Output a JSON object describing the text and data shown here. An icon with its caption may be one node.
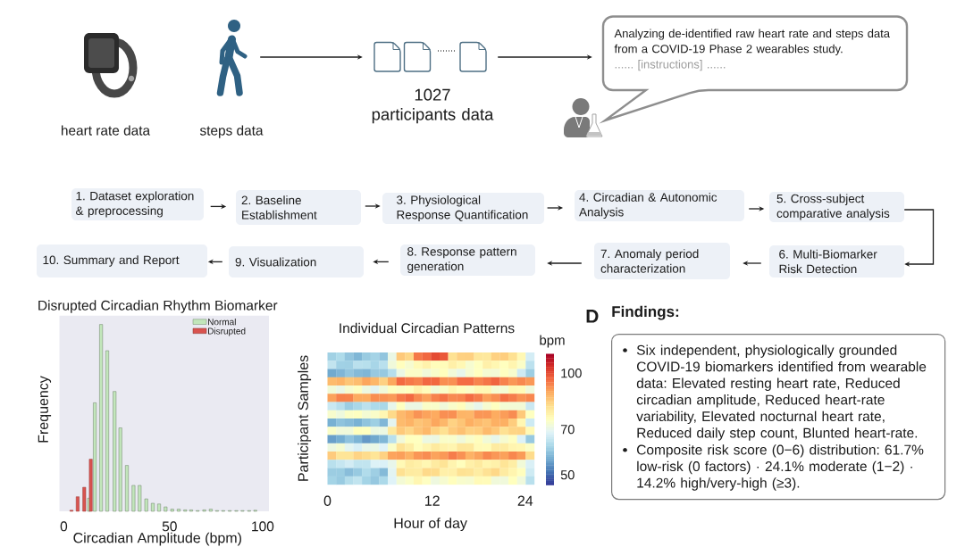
{
  "diagram": {
    "nodes": [
      {
        "text": [],
        "shape": "picture",
        "beside": [
          "heart rate data"
        ]
      },
      {
        "text": [],
        "shape": "picture",
        "beside": [
          "steps data"
        ]
      },
      {
        "text": [],
        "shape": "picture",
        "beside": [
          "1027 participants data"
        ]
      },
      {
        "text": [
          "Analyzing de-identified raw heart rate and steps data from a COVID-19 Phase 2 wearables study.",
          "...... [instructions] ......"
        ]
      },
      {
        "text": [
          "1. Dataset exploration & preprocessing"
        ]
      },
      {
        "text": [
          "2. Baseline Establishment"
        ]
      },
      {
        "text": [
          "3. Physiological Response Quantification"
        ]
      },
      {
        "text": [
          "4. Circadian & Autonomic Analysis"
        ]
      },
      {
        "text": [
          "5. Cross-subject comparative analysis"
        ]
      },
      {
        "text": [
          "6. Multi-Biomarker Risk Detection"
        ]
      },
      {
        "text": [
          "7. Anomaly period characterization"
        ]
      },
      {
        "text": [
          "8. Response pattern generation"
        ]
      },
      {
        "text": [
          "9. Visualization"
        ]
      },
      {
        "text": [
          "10. Summary and Report"
        ]
      },
      {
        "text": [
          "Findings:",
          "Six independent, physiologically grounded COVID-19 biomarkers identified from wearable data: Elevated resting heart rate, Reduced circadian amplitude, Reduced heart-rate variability, Elevated nocturnal heart rate, Reduced daily step count, Blunted heart-rate.",
          "Composite risk score (0−6) distribution: 61.7% low-risk (0 factors) · 24.1% moderate (1−2) · 14.2% high/very-high (≥3)."
        ]
      }
    ],
    "edges": [
      {
        "from": 1,
        "to": 2,
        "arrow": "to"
      },
      {
        "from": 2,
        "to": 3,
        "arrow": "to"
      },
      {
        "from": 4,
        "to": 5,
        "arrow": "to"
      },
      {
        "from": 5,
        "to": 6,
        "arrow": "to"
      },
      {
        "from": 6,
        "to": 7,
        "arrow": "to"
      },
      {
        "from": 7,
        "to": 8,
        "arrow": "to"
      },
      {
        "from": 8,
        "to": 9,
        "arrow": "to"
      },
      {
        "from": 9,
        "to": 10,
        "arrow": "to"
      },
      {
        "from": 10,
        "to": 11,
        "arrow": "to"
      },
      {
        "from": 11,
        "to": 12,
        "arrow": "to"
      },
      {
        "from": 12,
        "to": 13,
        "arrow": "to"
      }
    ],
    "labels": [
      "Disrupted Circadian Rhythm Biomarker",
      "Frequency",
      "0",
      "50",
      "100",
      "Circadian Amplitude (bpm)",
      "Individual Circadian Patterns",
      "bpm",
      "100",
      "70",
      "50",
      "Participant Samples",
      "0",
      "12",
      "24",
      "Hour of day",
      "D"
    ],
    "legend": [
      {
        "text": "Normal",
        "color": "#c2e6bb"
      },
      {
        "text": "Disrupted",
        "color": "#d9534f"
      }
    ]
  }
}
